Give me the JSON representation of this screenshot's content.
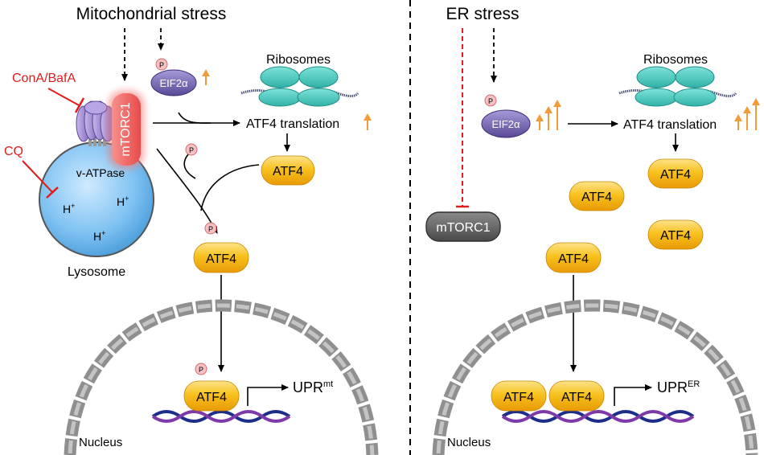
{
  "colors": {
    "atf4_fill": "#f6b81a",
    "nucleus_wall": "#9b9b9b",
    "lysosome": "#64b0e8",
    "vatpase": "#a58fd2",
    "mtorc1_active": "#f2605e",
    "mtorc1_inactive": "#606060",
    "eif2a": "#6a55a6",
    "ribosome": "#4fc9bf",
    "inhibitor_red": "#e21b1b",
    "upregulation_arrow": "#f39a3a",
    "dna_strand_1": "#1c2d8a",
    "dna_strand_2": "#7e3aa8"
  },
  "left_panel": {
    "title": "Mitochondrial stress",
    "inhibitor_1": "ConA/BafA",
    "inhibitor_2": "CQ",
    "vatpase_label": "v-ATPase",
    "proton_label": "H",
    "proton_charge": "+",
    "lysosome_label": "Lysosome",
    "mtorc1_label": "mTORC1",
    "eif2a_label": "EIF2α",
    "phospho_label": "P",
    "ribosomes_label": "Ribosomes",
    "translation_label": "ATF4 translation",
    "atf4_label": "ATF4",
    "nucleus_label": "Nucleus",
    "upr_main": "UPR",
    "upr_super": "mt"
  },
  "right_panel": {
    "title": "ER stress",
    "phospho_label": "P",
    "eif2a_label": "EIF2α",
    "ribosomes_label": "Ribosomes",
    "translation_label": "ATF4 translation",
    "atf4_label": "ATF4",
    "mtorc1_label": "mTORC1",
    "nucleus_label": "Nucleus",
    "upr_main": "UPR",
    "upr_super": "ER"
  }
}
